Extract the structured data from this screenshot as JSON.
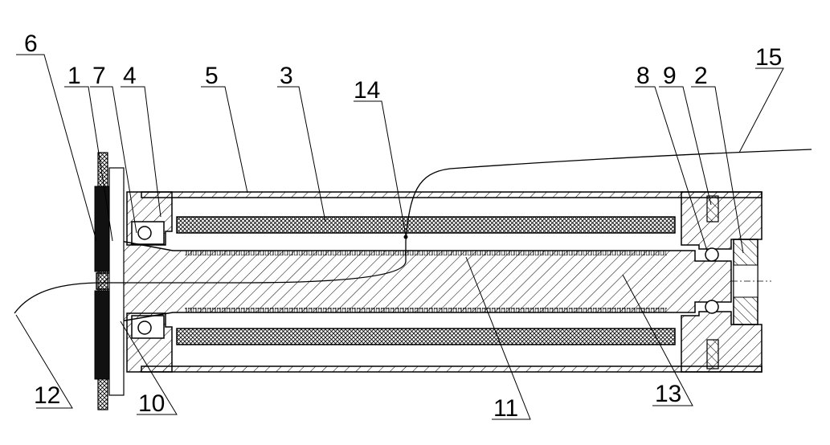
{
  "labels": {
    "l1": "1",
    "l2": "2",
    "l3": "3",
    "l4": "4",
    "l5": "5",
    "l6": "6",
    "l7": "7",
    "l8": "8",
    "l9": "9",
    "l10": "10",
    "l11": "11",
    "l12": "12",
    "l13": "13",
    "l14": "14",
    "l15": "15"
  },
  "colors": {
    "stroke": "#000000",
    "background": "#ffffff",
    "hatch": "#000000"
  }
}
